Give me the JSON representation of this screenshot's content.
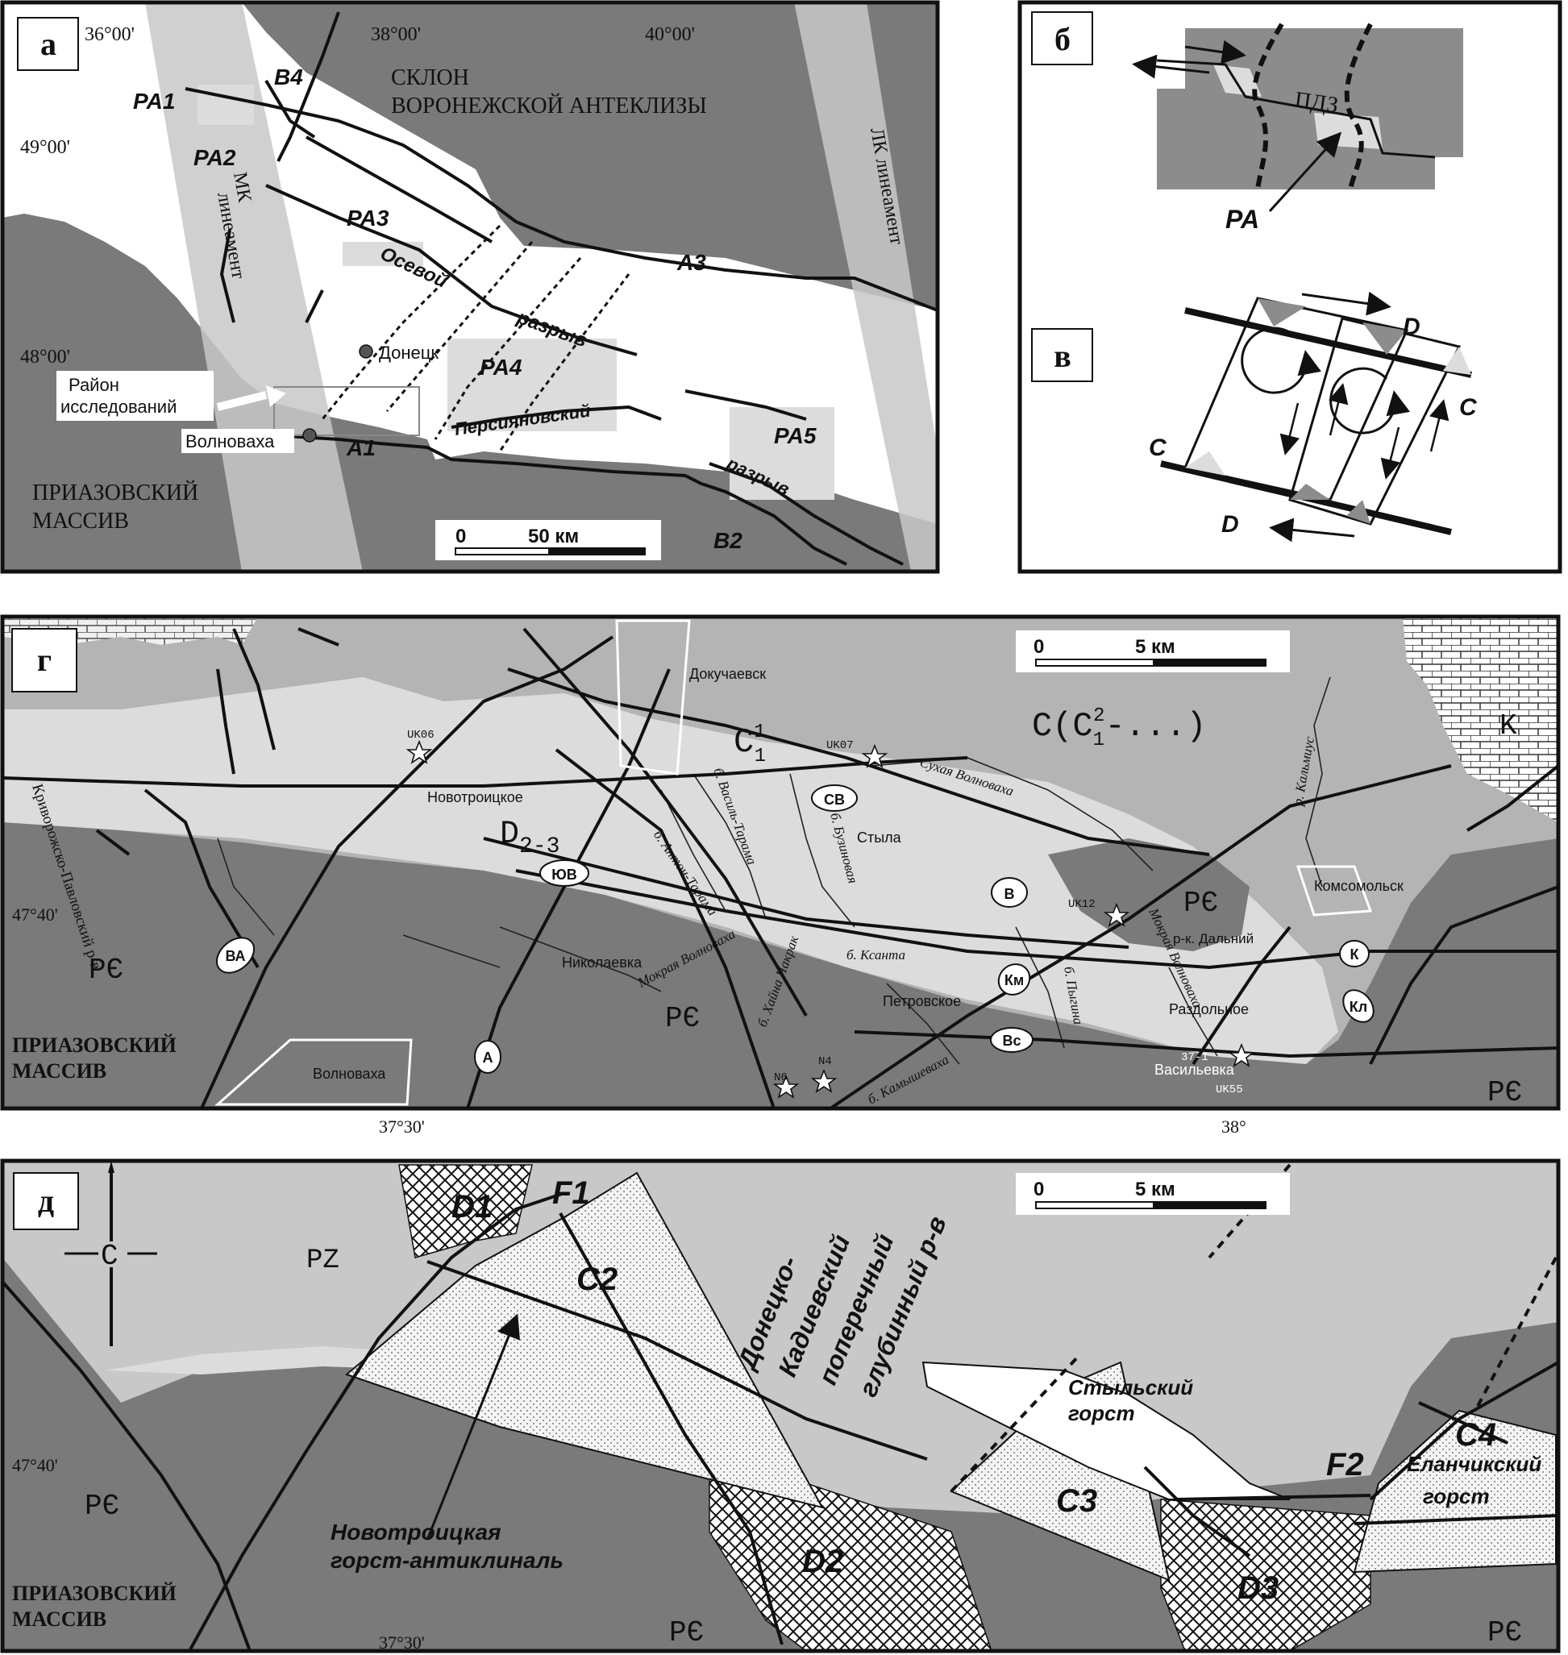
{
  "panel_a": {
    "letter": "а",
    "coords": {
      "lon1": "36°00'",
      "lon2": "38°00'",
      "lon3": "40°00'",
      "lat1": "49°00'",
      "lat2": "48°00'"
    },
    "ra": [
      "PA1",
      "PA2",
      "PA3",
      "PA4",
      "PA5"
    ],
    "b4": "B4",
    "a3": "A3",
    "a1": "A1",
    "b2": "B2",
    "voronezh": [
      "СКЛОН",
      "ВОРОНЕЖСКОЙ АНТЕКЛИЗЫ"
    ],
    "mk": [
      "МК",
      "линеамент"
    ],
    "lk": "ЛК линеамент",
    "axial": [
      "Осевой",
      "разрыв"
    ],
    "persian": [
      "Персияновский",
      "разрыв"
    ],
    "donetsk": "Донецк",
    "volnovakha": "Волноваха",
    "study": [
      "Район",
      "исследований"
    ],
    "priazov": [
      "ПРИАЗОВСКИЙ",
      "МАССИВ"
    ],
    "scale": {
      "zero": "0",
      "label": "50 км"
    }
  },
  "panel_b": {
    "letter": "б",
    "pdz": "ПДЗ",
    "pa": "PA"
  },
  "panel_v": {
    "letter": "в",
    "d1": "D",
    "d2": "D",
    "c1": "C",
    "c2": "C"
  },
  "panel_g": {
    "letter": "г",
    "scale": {
      "zero": "0",
      "label": "5 км"
    },
    "towns": [
      "Докучаевск",
      "Новотроицкое",
      "Стыла",
      "Комсомольск",
      "Николаевка",
      "Петровское",
      "Раздольное",
      "Волноваха",
      "Васильевка"
    ],
    "wells": [
      "UK06",
      "UK07",
      "UK12",
      "37-1",
      "UK55",
      "N6",
      "N4"
    ],
    "rivers": [
      "Сухая Волноваха",
      "б. Василь-Тарама",
      "б. Бузиновая",
      "б. Антон-Тарама",
      "б. Ксанта",
      "б. Хайна Чакрак",
      "Мокрая Волноваха",
      "р. Кальмиус",
      "б. Камышеваха",
      "б. Пыгина",
      "Мокрая Волноваха",
      "р-к. Дальний"
    ],
    "faults": [
      "СВ",
      "ЮВ",
      "В",
      "Км",
      "Вс",
      "К",
      "Кл",
      "А",
      "ВА"
    ],
    "strat": {
      "c1": "C",
      "c1sup": "1",
      "c1sub": "1",
      "c": "C(C",
      "csub": "1",
      "csup": "2",
      "ctail": "-...)",
      "d": "D",
      "dsub": "2-3",
      "pe": "PЄ",
      "k": "K"
    },
    "krivorog": "Криворожско-Павловский р-в",
    "priazov": [
      "ПРИАЗОВСКИЙ",
      "МАССИВ"
    ],
    "lat": "47°40'",
    "lon1": "37°30'",
    "lon2": "38°"
  },
  "panel_d": {
    "letter": "д",
    "scale": {
      "zero": "0",
      "label": "5 км"
    },
    "north": "C",
    "pz": "PZ",
    "pe": "PЄ",
    "blocks": [
      "D1",
      "F1",
      "C2",
      "D2",
      "C3",
      "D3",
      "F2",
      "C4"
    ],
    "donetsk_fault": [
      "Донецко-",
      "Кадиевский",
      "поперечный",
      "глубинный р-в"
    ],
    "stylsky": [
      "Стыльский",
      "горст"
    ],
    "elanchik": [
      "Еланчикский",
      "горст"
    ],
    "novotroitsk": [
      "Новотроицкая",
      "горст-антиклиналь"
    ],
    "priazov": [
      "ПРИАЗОВСКИЙ",
      "МАССИВ"
    ],
    "lat": "47°40'",
    "lon": "37°30'"
  }
}
